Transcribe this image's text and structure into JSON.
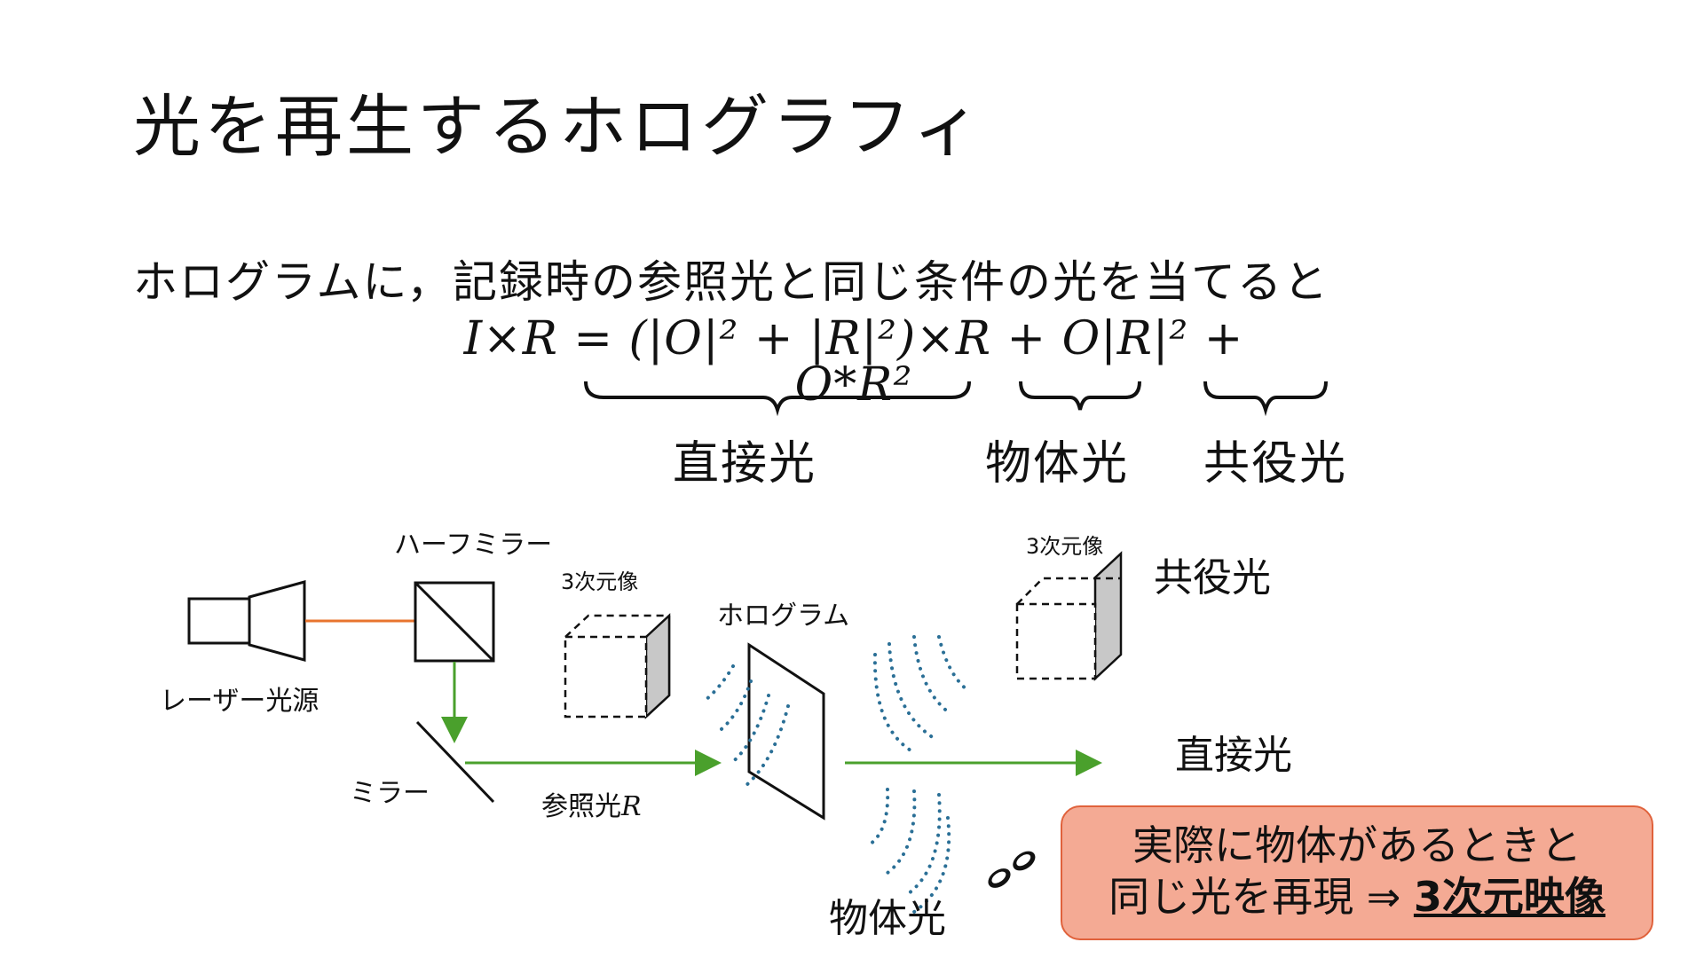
{
  "slide": {
    "title": "光を再生するホログラフィ",
    "intro_text": "ホログラムに，記録時の参照光と同じ条件の光を当てると",
    "equation": "I×R = (|O|² + |R|²)×R + O|R|² + O*R²",
    "brace_labels": [
      "直接光",
      "物体光",
      "共役光"
    ]
  },
  "diagram": {
    "laser_label": "レーザー光源",
    "half_mirror_label": "ハーフミラー",
    "mirror_label": "ミラー",
    "reference_label": "参照光",
    "reference_symbol": "R",
    "hologram_label": "ホログラム",
    "image_label_left": "3次元像",
    "image_label_right": "3次元像",
    "conjugate_label": "共役光",
    "direct_label": "直接光",
    "object_label": "物体光",
    "colors": {
      "laser_beam": "#e8742e",
      "green_beam": "#4aa02c",
      "wave_dots": "#2a6f96",
      "cube_shade": "#c8c8c8"
    }
  },
  "callout": {
    "line1": "実際に物体があるときと",
    "line2_prefix": "同じ光を再現 ⇒ ",
    "line2_emphasis": "3次元映像",
    "bg_color": "#f4aa94",
    "border_color": "#e0623c"
  }
}
